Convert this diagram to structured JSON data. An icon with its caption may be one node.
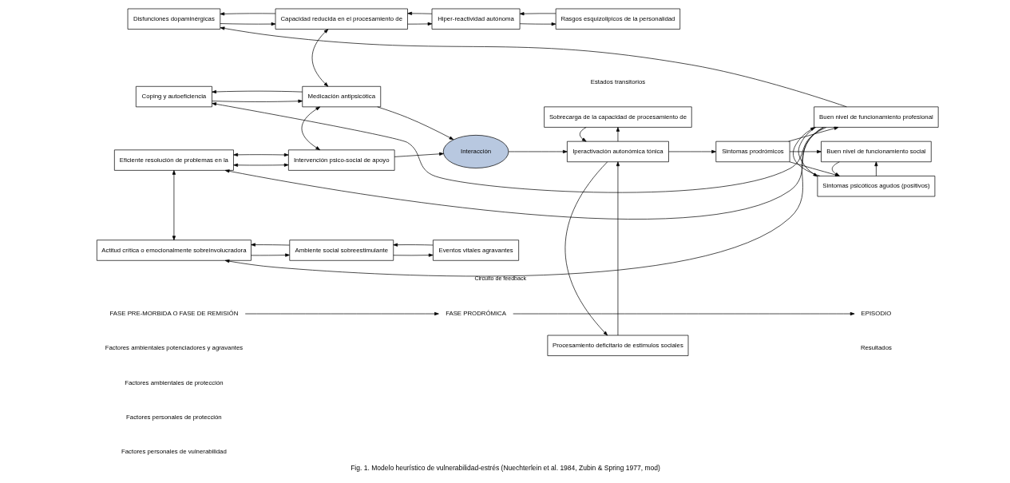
{
  "diagram": {
    "caption": "Fig. 1. Modelo heurístico de vulnerabilidad-estrés (Nuechterlein et al. 1984, Zubin & Spring 1977, mod)",
    "nodes": [
      {
        "text": [
          "Disfunciones dopaminérgicas"
        ]
      },
      {
        "text": [
          "Capacidad reducida en el procesamiento de"
        ]
      },
      {
        "text": [
          "Hiper-reactividad autónoma"
        ]
      },
      {
        "text": [
          "Rasgos esquizolipicos de la personalidad"
        ]
      },
      {
        "text": [
          "Coping y autoeficiencia"
        ]
      },
      {
        "text": [
          "Medicación antipsicótica"
        ]
      },
      {
        "text": [
          "Eficiente resolución de problemas en la"
        ]
      },
      {
        "text": [
          "Intervención psico-social de apoyo"
        ]
      },
      {
        "text": [
          "Actitud crítica o emocionalmente sobreinvolucradora"
        ]
      },
      {
        "text": [
          "Ambiente social sobreestimulante"
        ]
      },
      {
        "text": [
          "Eventos vitales agravantes"
        ]
      },
      {
        "text": [
          "Interacción"
        ]
      },
      {
        "text": [
          "Sobrecarga de la capacidad de procesamiento de"
        ]
      },
      {
        "text": [
          "Iperactivación autonómica tónica"
        ]
      },
      {
        "text": [
          "Procesamiento deficitario de estimulos sociales"
        ]
      },
      {
        "text": [
          "Sintomas prodrómicos"
        ]
      },
      {
        "text": [
          "Buen nivel de funcionamiento social"
        ]
      },
      {
        "text": [
          "Sintomas psicóticos agudos (positivos)"
        ]
      },
      {
        "text": [
          "Buen nivel de funcionamiento profesional"
        ]
      },
      {
        "text": [
          "FASE PRE-MORBIDA O FASE DE REMISIÓN"
        ]
      },
      {
        "text": [
          "FASE PRODRÓMICA"
        ]
      },
      {
        "text": [
          "EPISODIO"
        ]
      }
    ],
    "edges": [
      {
        "from": 0,
        "to": 1,
        "arrow": "to"
      },
      {
        "from": 1,
        "to": 0,
        "arrow": "to"
      },
      {
        "from": 1,
        "to": 2,
        "arrow": "to"
      },
      {
        "from": 2,
        "to": 1,
        "arrow": "to"
      },
      {
        "from": 2,
        "to": 3,
        "arrow": "to"
      },
      {
        "from": 3,
        "to": 2,
        "arrow": "to"
      },
      {
        "from": 1,
        "to": 5,
        "arrow": "both"
      },
      {
        "from": 4,
        "to": 5,
        "arrow": "to"
      },
      {
        "from": 5,
        "to": 4,
        "arrow": "to"
      },
      {
        "from": 5,
        "to": 7,
        "arrow": "both"
      },
      {
        "from": 6,
        "to": 7,
        "arrow": "both"
      },
      {
        "from": 6,
        "to": 7,
        "arrow": "both"
      },
      {
        "from": 6,
        "to": 8,
        "arrow": "both"
      },
      {
        "from": 8,
        "to": 9,
        "arrow": "to"
      },
      {
        "from": 9,
        "to": 8,
        "arrow": "to"
      },
      {
        "from": 9,
        "to": 10,
        "arrow": "to"
      },
      {
        "from": 10,
        "to": 9,
        "arrow": "to"
      },
      {
        "from": 5,
        "to": 11,
        "arrow": "to"
      },
      {
        "from": 7,
        "to": 11,
        "arrow": "to"
      },
      {
        "from": 11,
        "to": 13,
        "arrow": "to"
      },
      {
        "from": 13,
        "to": 12,
        "arrow": "to"
      },
      {
        "from": 12,
        "to": 13,
        "arrow": "to"
      },
      {
        "from": 14,
        "to": 13,
        "arrow": "to"
      },
      {
        "from": 13,
        "to": 14,
        "arrow": "to"
      },
      {
        "from": 13,
        "to": 15,
        "arrow": "to"
      },
      {
        "from": 15,
        "to": 16,
        "arrow": "to"
      },
      {
        "from": 15,
        "to": 17,
        "arrow": "to"
      },
      {
        "from": 15,
        "to": 18,
        "arrow": "to"
      },
      {
        "from": 17,
        "to": 16,
        "arrow": "to"
      },
      {
        "from": 16,
        "to": 17,
        "arrow": "to"
      },
      {
        "from": 18,
        "to": 17,
        "arrow": "to"
      },
      {
        "from": 17,
        "to": 18,
        "arrow": "to"
      },
      {
        "from": 18,
        "to": 0,
        "arrow": "to"
      },
      {
        "from": 18,
        "to": 4,
        "arrow": "to"
      },
      {
        "from": 18,
        "to": 6,
        "arrow": "to"
      },
      {
        "from": 18,
        "to": 8,
        "arrow": "to",
        "label": "Circuito de feedback"
      },
      {
        "from": 19,
        "to": 20,
        "arrow": "to"
      },
      {
        "from": 20,
        "to": 21,
        "arrow": "to"
      }
    ],
    "labels": [
      "Factores personales de vulnerabilidad",
      "Factores personales de protección",
      "Factores ambientales de protección",
      "Factores ambientales potenciadores y agravantes",
      "Estados transitorios",
      "Resultados"
    ]
  }
}
